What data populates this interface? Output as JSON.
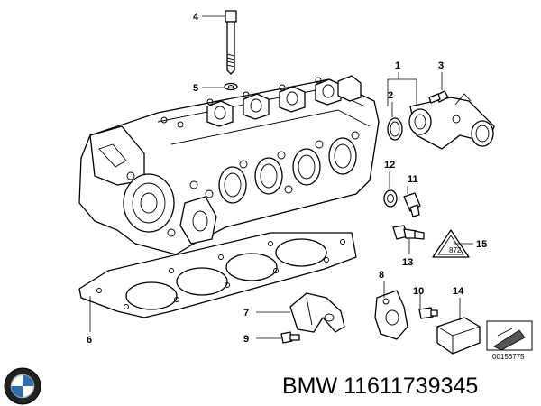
{
  "diagram": {
    "callouts": [
      {
        "id": "1",
        "label": "1"
      },
      {
        "id": "2",
        "label": "2"
      },
      {
        "id": "3",
        "label": "3"
      },
      {
        "id": "4",
        "label": "4"
      },
      {
        "id": "5",
        "label": "5"
      },
      {
        "id": "6",
        "label": "6"
      },
      {
        "id": "7",
        "label": "7"
      },
      {
        "id": "8",
        "label": "8"
      },
      {
        "id": "9",
        "label": "9"
      },
      {
        "id": "10",
        "label": "10"
      },
      {
        "id": "11",
        "label": "11"
      },
      {
        "id": "12",
        "label": "12"
      },
      {
        "id": "13",
        "label": "13"
      },
      {
        "id": "14",
        "label": "14"
      },
      {
        "id": "15",
        "label": "15"
      }
    ],
    "warning_text": "872",
    "drawing_number": "00156775"
  },
  "footer": {
    "logo_text": "BMW",
    "brand": "BMW",
    "part_number": "11611739345"
  }
}
